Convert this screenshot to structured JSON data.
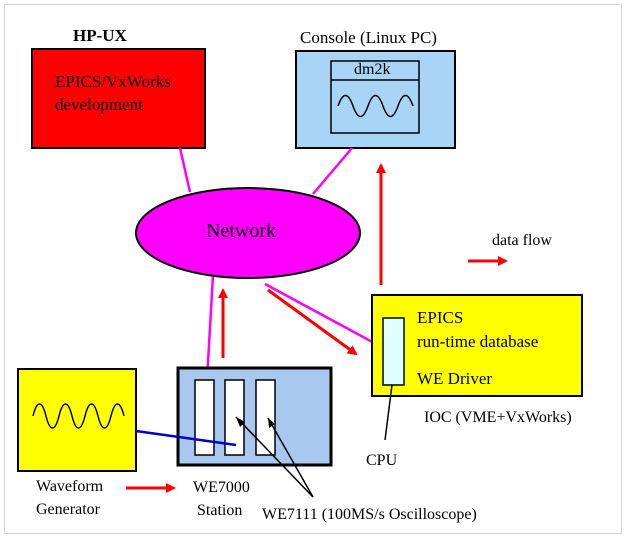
{
  "hpux": {
    "heading": "HP-UX",
    "line1": "EPICS/VxWorks",
    "line2": "development"
  },
  "console": {
    "heading": "Console (Linux PC)",
    "dm2k": "dm2k"
  },
  "network": {
    "label": "Network"
  },
  "legend": {
    "label": "data flow"
  },
  "ioc": {
    "line1": "EPICS",
    "line2": "run-time database",
    "line3": "WE Driver",
    "caption": "IOC (VME+VxWorks)",
    "cpu": "CPU"
  },
  "generator": {
    "line1": "Waveform",
    "line2": "Generator"
  },
  "station": {
    "line1": "WE7000",
    "line2": "Station"
  },
  "module": {
    "label": "WE7111 (100MS/s Oscilloscope)"
  },
  "colors": {
    "hpux_box": "#ff0000",
    "console_box": "#a8d4f5",
    "network": "#ff00ff",
    "ioc_box": "#ffff00",
    "generator_box": "#ffff00",
    "station_box": "#a8c8f0",
    "flow_arrow": "#ff0000",
    "link": "#ff00ff",
    "signal_link": "#0000cc",
    "cpu_card": "#e0ffff"
  }
}
